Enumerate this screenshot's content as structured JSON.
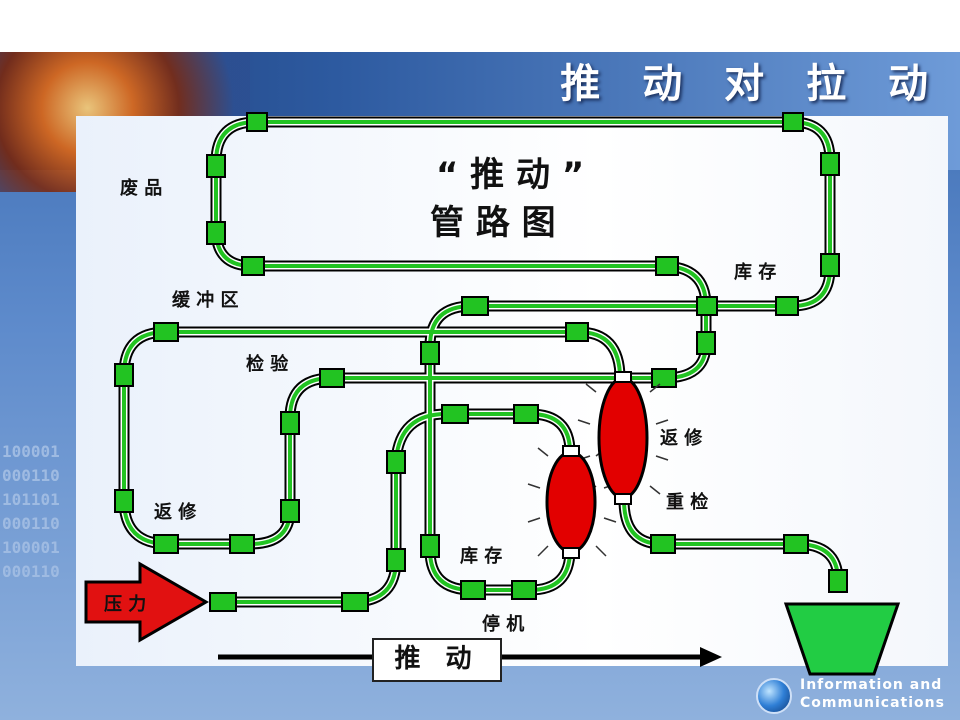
{
  "header": {
    "title": "推 动 对 拉 动"
  },
  "diagram": {
    "title_line1": "“ 推 动 ”",
    "title_line2": "管 路 图",
    "labels": {
      "scrap": "废 品",
      "inventory_top": "库 存",
      "buffer": "缓 冲 区",
      "inspection": "检 验",
      "rework_right": "返 修",
      "reinspect": "重 检",
      "rework_left": "返 修",
      "inventory_bottom": "库 存",
      "downtime": "停 机",
      "pressure": "压 力",
      "push": "推 动"
    }
  },
  "background": {
    "binary_text": "100001\n000110\n101101\n000110\n100001\n000110"
  },
  "footer": {
    "line1": "Information and",
    "line2": "Communications"
  },
  "colors": {
    "pipe": "#22c322",
    "joint": "#22c322",
    "valve": "#e20000",
    "arrow": "#e11111",
    "funnel": "#22cc44"
  }
}
